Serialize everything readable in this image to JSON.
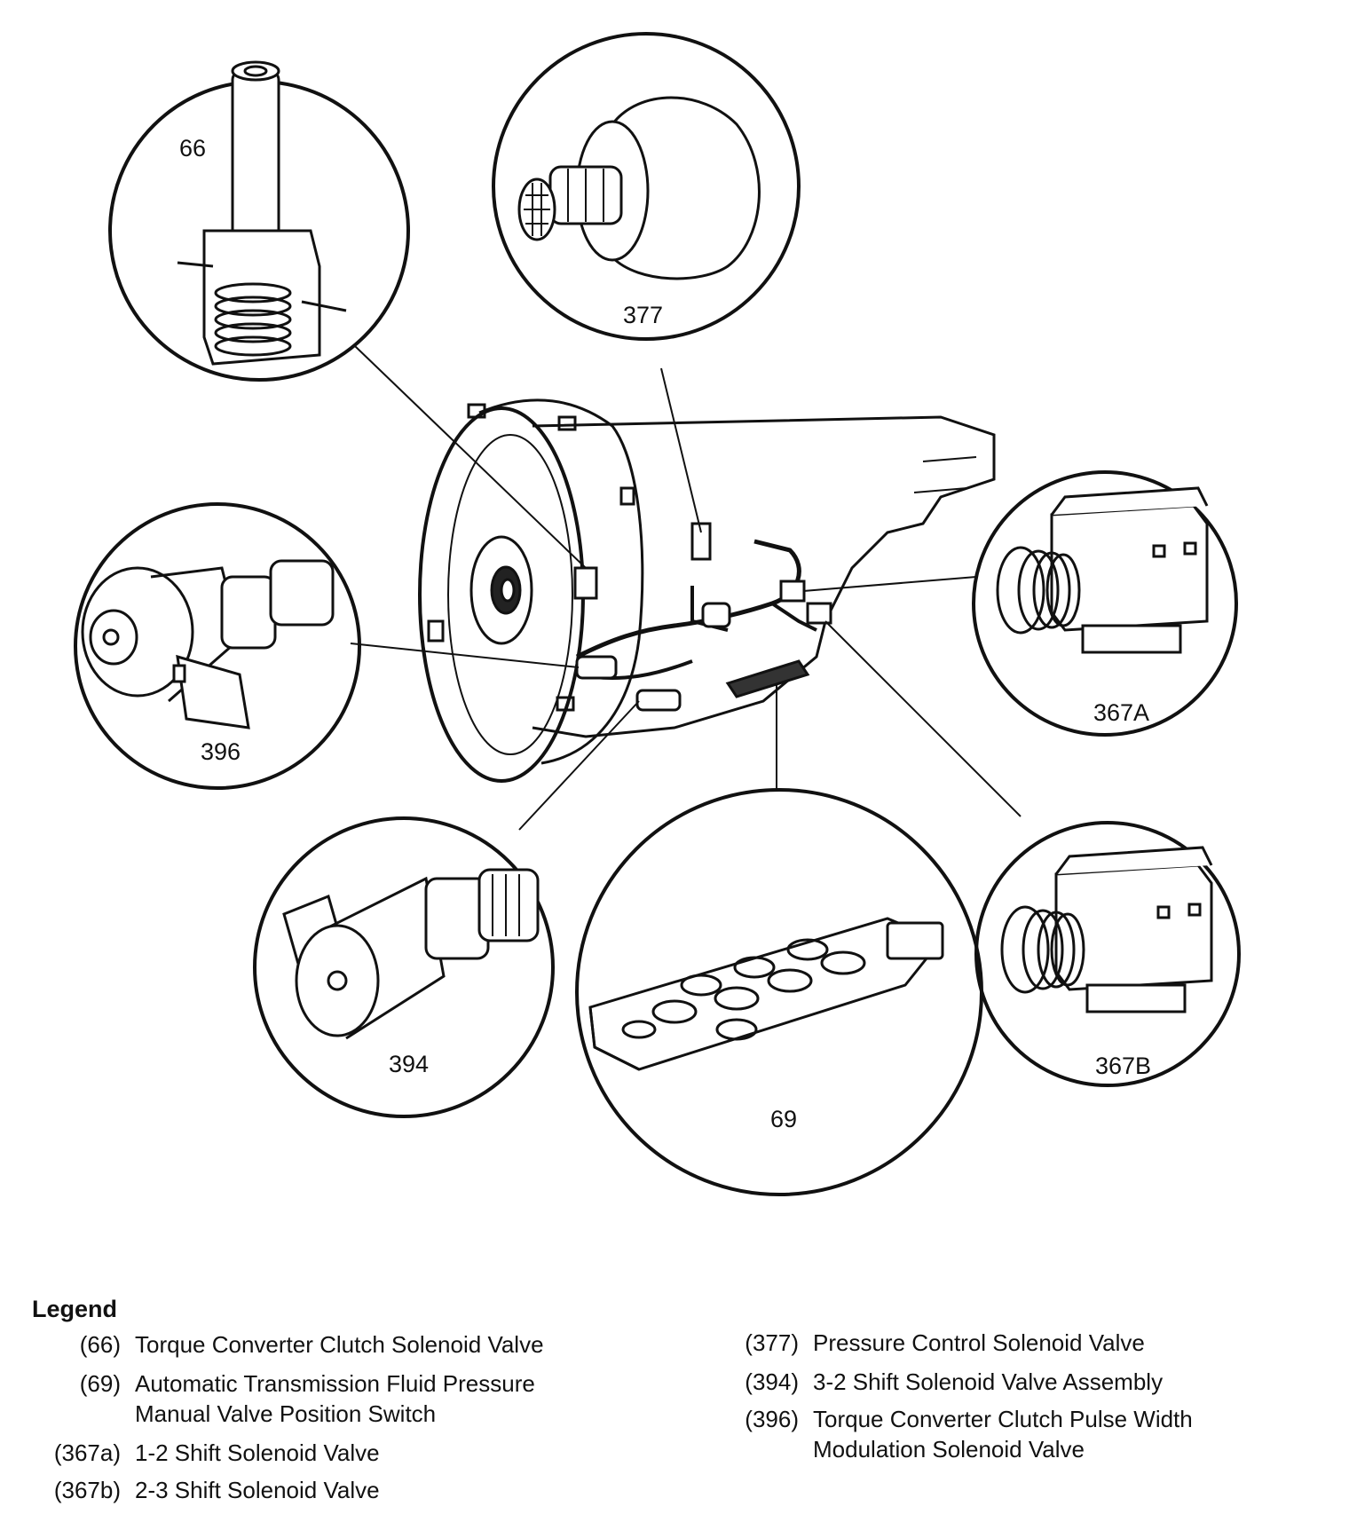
{
  "callouts": {
    "c66": "66",
    "c377": "377",
    "c396": "396",
    "c367a": "367A",
    "c367b": "367B",
    "c394": "394",
    "c69": "69"
  },
  "legend": {
    "title": "Legend",
    "items": [
      {
        "code": "(66)",
        "text": "Torque Converter Clutch Solenoid Valve",
        "text2": ""
      },
      {
        "code": "(69)",
        "text": "Automatic Transmission Fluid Pressure",
        "text2": "Manual Valve Position Switch"
      },
      {
        "code": "(367a)",
        "text": "1-2 Shift Solenoid Valve",
        "text2": ""
      },
      {
        "code": "(367b)",
        "text": "2-3 Shift Solenoid Valve",
        "text2": ""
      },
      {
        "code": "(377)",
        "text": "Pressure Control Solenoid Valve",
        "text2": ""
      },
      {
        "code": "(394)",
        "text": "3-2 Shift Solenoid Valve Assembly",
        "text2": ""
      },
      {
        "code": "(396)",
        "text": "Torque Converter Clutch Pulse Width",
        "text2": "Modulation Solenoid Valve"
      }
    ]
  },
  "colors": {
    "ink": "#111111",
    "paper": "#ffffff",
    "shade": "#333333"
  }
}
